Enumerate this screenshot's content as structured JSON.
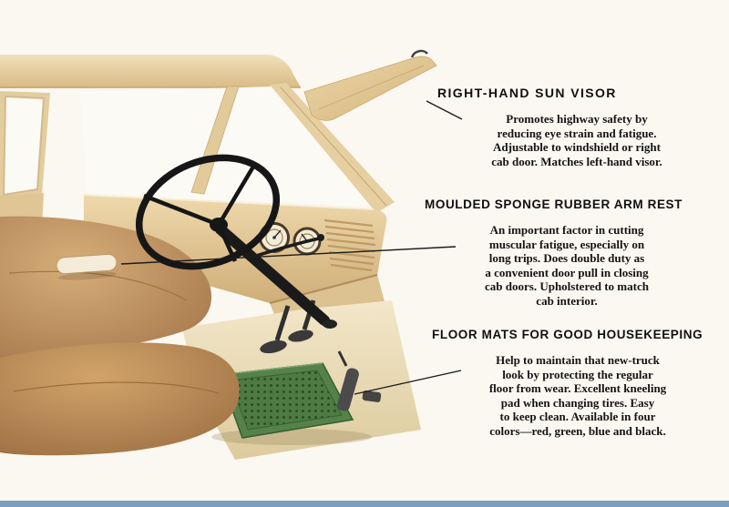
{
  "page": {
    "background_color": "#fbf8f1",
    "footer_strip_color": "#7ba0bf"
  },
  "colors": {
    "cab_tan": "#e6d0a2",
    "seat_brown": "#b98756",
    "floor_mat_green": "#4e7b42",
    "steering_wheel_black": "#161616"
  },
  "sections": [
    {
      "heading": "RIGHT-HAND SUN VISOR",
      "lines": [
        "Promotes highway safety by",
        "reducing eye strain and fatigue.",
        "Adjustable to windshield or right",
        "cab door. Matches left-hand visor."
      ]
    },
    {
      "heading": "MOULDED SPONGE RUBBER ARM REST",
      "lines": [
        "An important factor in cutting",
        "muscular fatigue, especially on",
        "long trips. Does double duty as",
        "a convenient door pull in closing",
        "cab doors. Upholstered to match",
        "cab interior."
      ]
    },
    {
      "heading": "FLOOR MATS FOR GOOD HOUSEKEEPING",
      "lines": [
        "Help to maintain that new-truck",
        "look by protecting the regular",
        "floor from wear. Excellent kneeling",
        "pad when changing tires. Easy",
        "to keep clean. Available in four",
        "colors—red, green, blue and black."
      ]
    }
  ],
  "illustration": {
    "parts": [
      "sun-visor",
      "roof-header",
      "door-window",
      "windshield",
      "windshield-divider",
      "right-windshield-pillar",
      "dashboard",
      "gauges",
      "dash-vent-louvers",
      "arm-rest",
      "bench-seat",
      "steering-wheel",
      "steering-column",
      "gear-lever",
      "pedals",
      "accelerator-pedal",
      "floor-mat",
      "leader-lines"
    ]
  }
}
